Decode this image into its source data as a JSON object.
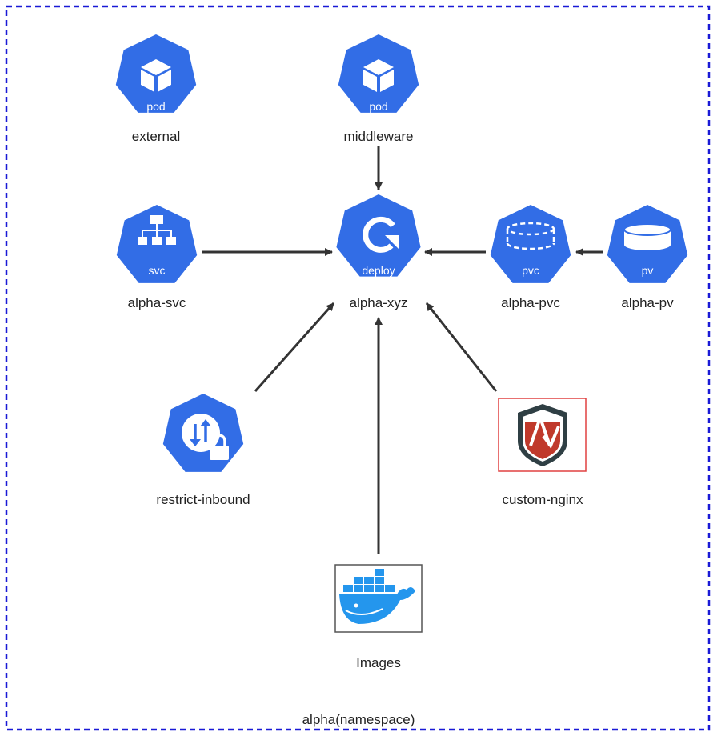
{
  "namespace": {
    "label": "alpha(namespace)"
  },
  "nodes": {
    "external": {
      "label": "external",
      "badge": "pod",
      "icon": "pod-cube-icon"
    },
    "middleware": {
      "label": "middleware",
      "badge": "pod",
      "icon": "pod-cube-icon"
    },
    "alpha_svc": {
      "label": "alpha-svc",
      "badge": "svc",
      "icon": "service-tree-icon"
    },
    "alpha_xyz": {
      "label": "alpha-xyz",
      "badge": "deploy",
      "icon": "deploy-cycle-icon"
    },
    "alpha_pvc": {
      "label": "alpha-pvc",
      "badge": "pvc",
      "icon": "pvc-disk-icon"
    },
    "alpha_pv": {
      "label": "alpha-pv",
      "badge": "pv",
      "icon": "pv-disk-icon"
    },
    "restrict_inbound": {
      "label": "restrict-inbound",
      "icon": "network-policy-lock-icon"
    },
    "custom_nginx": {
      "label": "custom-nginx",
      "icon": "nginx-shield-logo"
    },
    "images": {
      "label": "Images",
      "icon": "docker-whale-logo"
    }
  },
  "edges": [
    {
      "from": "middleware",
      "to": "alpha_xyz"
    },
    {
      "from": "alpha_svc",
      "to": "alpha_xyz"
    },
    {
      "from": "alpha_pvc",
      "to": "alpha_xyz"
    },
    {
      "from": "alpha_pv",
      "to": "alpha_pvc"
    },
    {
      "from": "restrict_inbound",
      "to": "alpha_xyz"
    },
    {
      "from": "images",
      "to": "alpha_xyz"
    },
    {
      "from": "custom_nginx",
      "to": "alpha_xyz"
    }
  ],
  "colors": {
    "k8s_blue": "#326de6",
    "namespace_border": "#1a1ad6",
    "arrow": "#333333",
    "nginx_frame": "#e04040",
    "docker_blue": "#2496ed"
  }
}
